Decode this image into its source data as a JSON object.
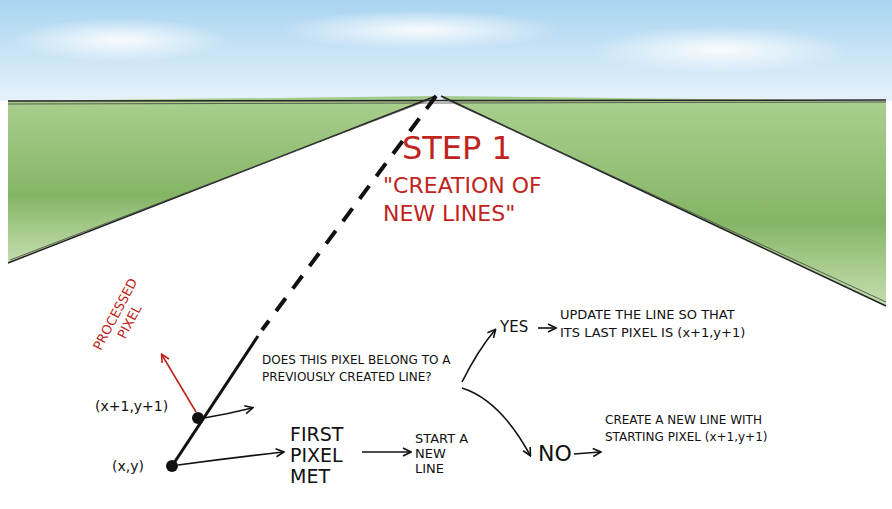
{
  "diagram": {
    "title": "STEP 1",
    "labels": [
      "\"CREATION OF NEW LINES\"",
      "PROCESSED PIXEL",
      "(x+1,y+1)",
      "(x,y)",
      "FIRST PIXEL MET",
      "START A NEW LINE",
      "DOES THIS PIXEL BELONG TO A PREVIOUSLY CREATED LINE?",
      "YES",
      "UPDATE THE LINE SO THAT ITS LAST PIXEL IS (x+1,y+1)",
      "NO",
      "CREATE A NEW LINE WITH STARTING PIXEL (x+1,y+1)"
    ]
  }
}
